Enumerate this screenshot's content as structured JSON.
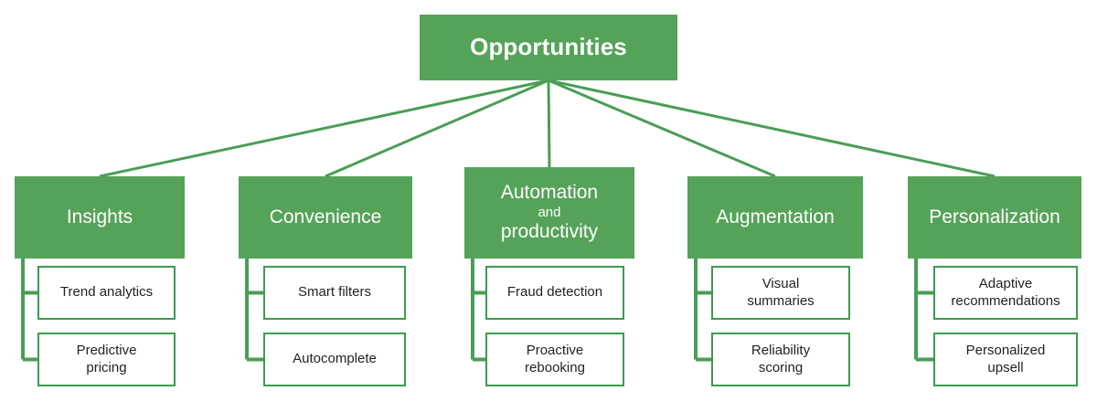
{
  "diagram": {
    "type": "hierarchy-tree",
    "title": "Opportunities",
    "colors": {
      "node_fill": "#55A359",
      "node_text": "#FFFFFF",
      "leaf_border": "#3D9B4F",
      "leaf_fill": "#FFFFFF",
      "leaf_text": "#231F20",
      "connector": "#4A9D55",
      "background": "#FFFFFF"
    },
    "root": {
      "label": "Opportunities"
    },
    "branches": [
      {
        "label": "Insights",
        "label_lines": [
          "Insights"
        ],
        "children": [
          {
            "label": "Trend analytics",
            "lines": [
              "Trend analytics"
            ]
          },
          {
            "label": "Predictive pricing",
            "lines": [
              "Predictive",
              "pricing"
            ]
          }
        ]
      },
      {
        "label": "Convenience",
        "label_lines": [
          "Convenience"
        ],
        "children": [
          {
            "label": "Smart filters",
            "lines": [
              "Smart filters"
            ]
          },
          {
            "label": "Autocomplete",
            "lines": [
              "Autocomplete"
            ]
          }
        ]
      },
      {
        "label": "Automation and productivity",
        "label_lines": [
          "Automation",
          "and",
          "productivity"
        ],
        "children": [
          {
            "label": "Fraud detection",
            "lines": [
              "Fraud detection"
            ]
          },
          {
            "label": "Proactive rebooking",
            "lines": [
              "Proactive",
              "rebooking"
            ]
          }
        ]
      },
      {
        "label": "Augmentation",
        "label_lines": [
          "Augmentation"
        ],
        "children": [
          {
            "label": "Visual summaries",
            "lines": [
              "Visual",
              "summaries"
            ]
          },
          {
            "label": "Reliability scoring",
            "lines": [
              "Reliability",
              "scoring"
            ]
          }
        ]
      },
      {
        "label": "Personalization",
        "label_lines": [
          "Personalization"
        ],
        "children": [
          {
            "label": "Adaptive recommendations",
            "lines": [
              "Adaptive",
              "recommendations"
            ]
          },
          {
            "label": "Personalized upsell",
            "lines": [
              "Personalized",
              "upsell"
            ]
          }
        ]
      }
    ]
  }
}
